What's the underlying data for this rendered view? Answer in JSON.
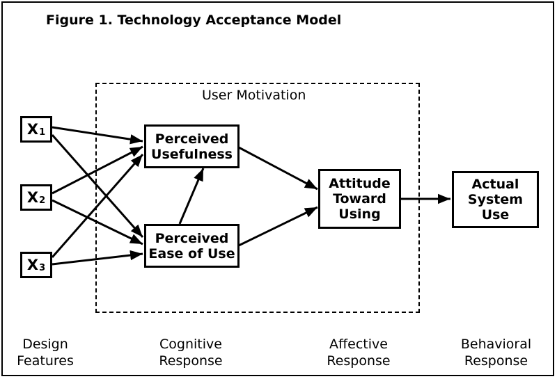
{
  "title": "Figure 1.  Technology Acceptance Model",
  "group": {
    "label": "User Motivation"
  },
  "nodes": {
    "x1": {
      "base": "X",
      "sub": "1"
    },
    "x2": {
      "base": "X",
      "sub": "2"
    },
    "x3": {
      "base": "X",
      "sub": "3"
    },
    "usefulness": "Perceived\nUsefulness",
    "ease_of_use": "Perceived\nEase of Use",
    "attitude": "Attitude\nToward\nUsing",
    "actual_use": "Actual\nSystem\nUse"
  },
  "stages": {
    "design": {
      "line1": "Design",
      "line2": "Features"
    },
    "cognitive": {
      "line1": "Cognitive",
      "line2": "Response"
    },
    "affective": {
      "line1": "Affective",
      "line2": "Response"
    },
    "behavioral": {
      "line1": "Behavioral",
      "line2": "Response"
    }
  },
  "edges": [
    {
      "from": "X1",
      "to": "Perceived Usefulness"
    },
    {
      "from": "X1",
      "to": "Perceived Ease of Use"
    },
    {
      "from": "X2",
      "to": "Perceived Usefulness"
    },
    {
      "from": "X2",
      "to": "Perceived Ease of Use"
    },
    {
      "from": "X3",
      "to": "Perceived Usefulness"
    },
    {
      "from": "X3",
      "to": "Perceived Ease of Use"
    },
    {
      "from": "Perceived Ease of Use",
      "to": "Perceived Usefulness"
    },
    {
      "from": "Perceived Usefulness",
      "to": "Attitude Toward Using"
    },
    {
      "from": "Perceived Ease of Use",
      "to": "Attitude Toward Using"
    },
    {
      "from": "Attitude Toward Using",
      "to": "Actual System Use"
    }
  ]
}
